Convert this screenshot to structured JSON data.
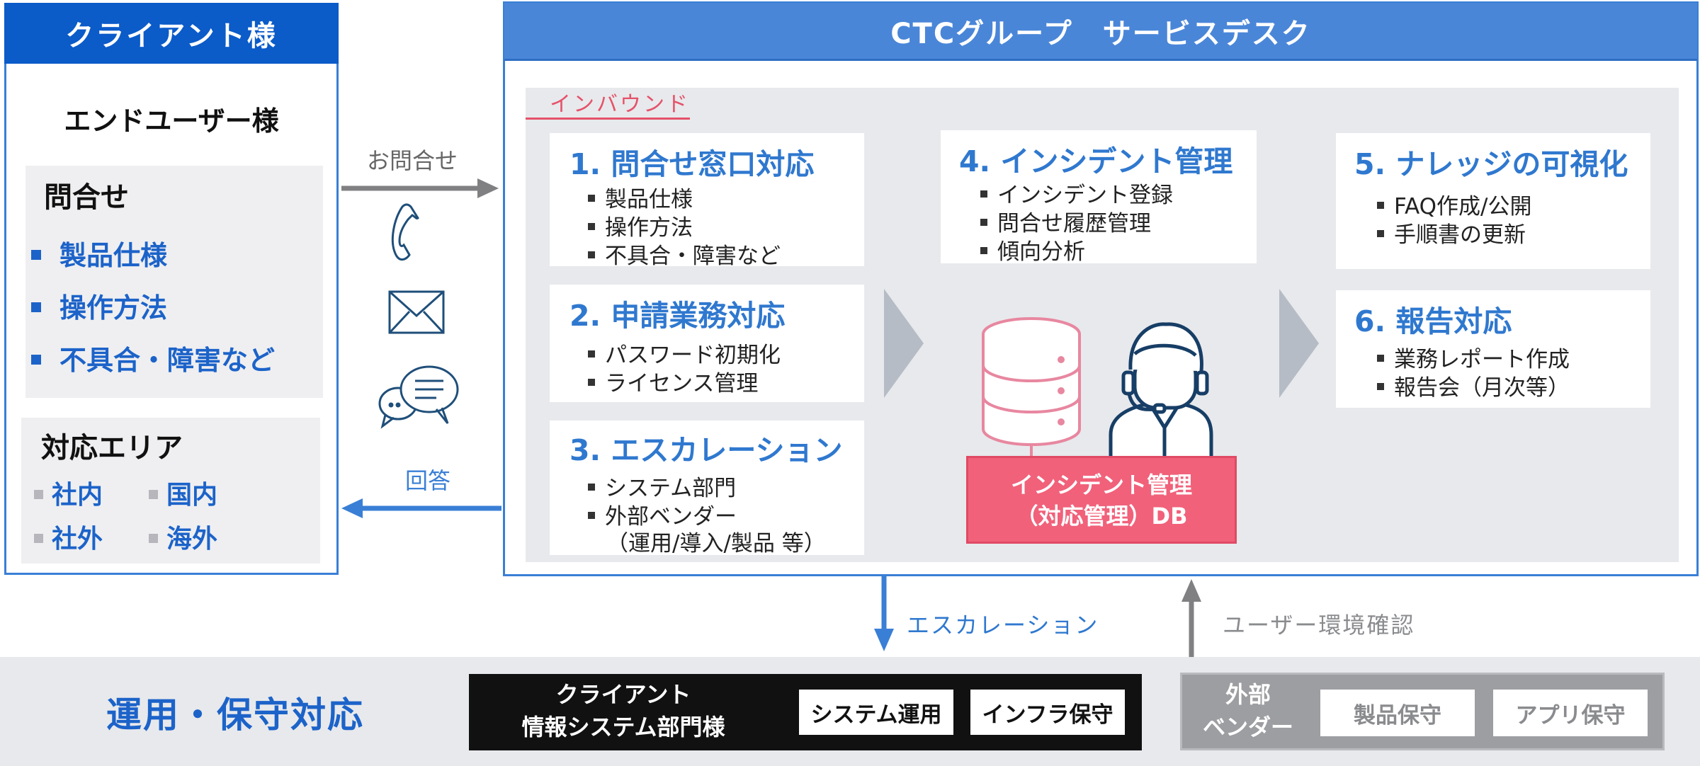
{
  "client": {
    "header": "クライアント様",
    "end_user": "エンドユーザー様",
    "inquiry_title": "問合せ",
    "inquiry_items": [
      "製品仕様",
      "操作方法",
      "不具合・障害など"
    ],
    "area_title": "対応エリア",
    "areas": [
      "社内",
      "国内",
      "社外",
      "海外"
    ]
  },
  "flow": {
    "inquiry_label": "お問合せ",
    "answer_label": "回答",
    "icons": [
      "phone-icon",
      "mail-icon",
      "chat-icon"
    ]
  },
  "desk": {
    "header": "CTCグループ　サービスデスク",
    "inbound": "インバウンド",
    "cards": [
      {
        "title": "1. 問合せ窓口対応",
        "items": [
          "製品仕様",
          "操作方法",
          "不具合・障害など"
        ]
      },
      {
        "title": "2. 申請業務対応",
        "items": [
          "パスワード初期化",
          "ライセンス管理"
        ]
      },
      {
        "title": "3. エスカレーション",
        "items": [
          "システム部門",
          "外部ベンダー"
        ],
        "note": "（運用/導入/製品 等）"
      },
      {
        "title": "4. インシデント管理",
        "items": [
          "インシデント登録",
          "問合せ履歴管理",
          "傾向分析"
        ]
      },
      {
        "title": "5. ナレッジの可視化",
        "items": [
          "FAQ作成/公開",
          "手順書の更新"
        ]
      },
      {
        "title": "6. 報告対応",
        "items": [
          "業務レポート作成",
          "報告会（月次等）"
        ]
      }
    ],
    "db_line1": "インシデント管理",
    "db_line2": "（対応管理）DB"
  },
  "links": {
    "escalation": "エスカレーション",
    "user_env": "ユーザー環境確認"
  },
  "ops": {
    "title": "運用・保守対応",
    "client_it_line1": "クライアント",
    "client_it_line2": "情報システム部門様",
    "client_buttons": [
      "システム運用",
      "インフラ保守"
    ],
    "vendor_line1": "外部",
    "vendor_line2": "ベンダー",
    "vendor_buttons": [
      "製品保守",
      "アプリ保守"
    ]
  },
  "colors": {
    "primary_blue": "#0b5bc9",
    "accent_blue": "#3a7fd6",
    "pink": "#f1617a",
    "gray": "#9d9ea1"
  }
}
